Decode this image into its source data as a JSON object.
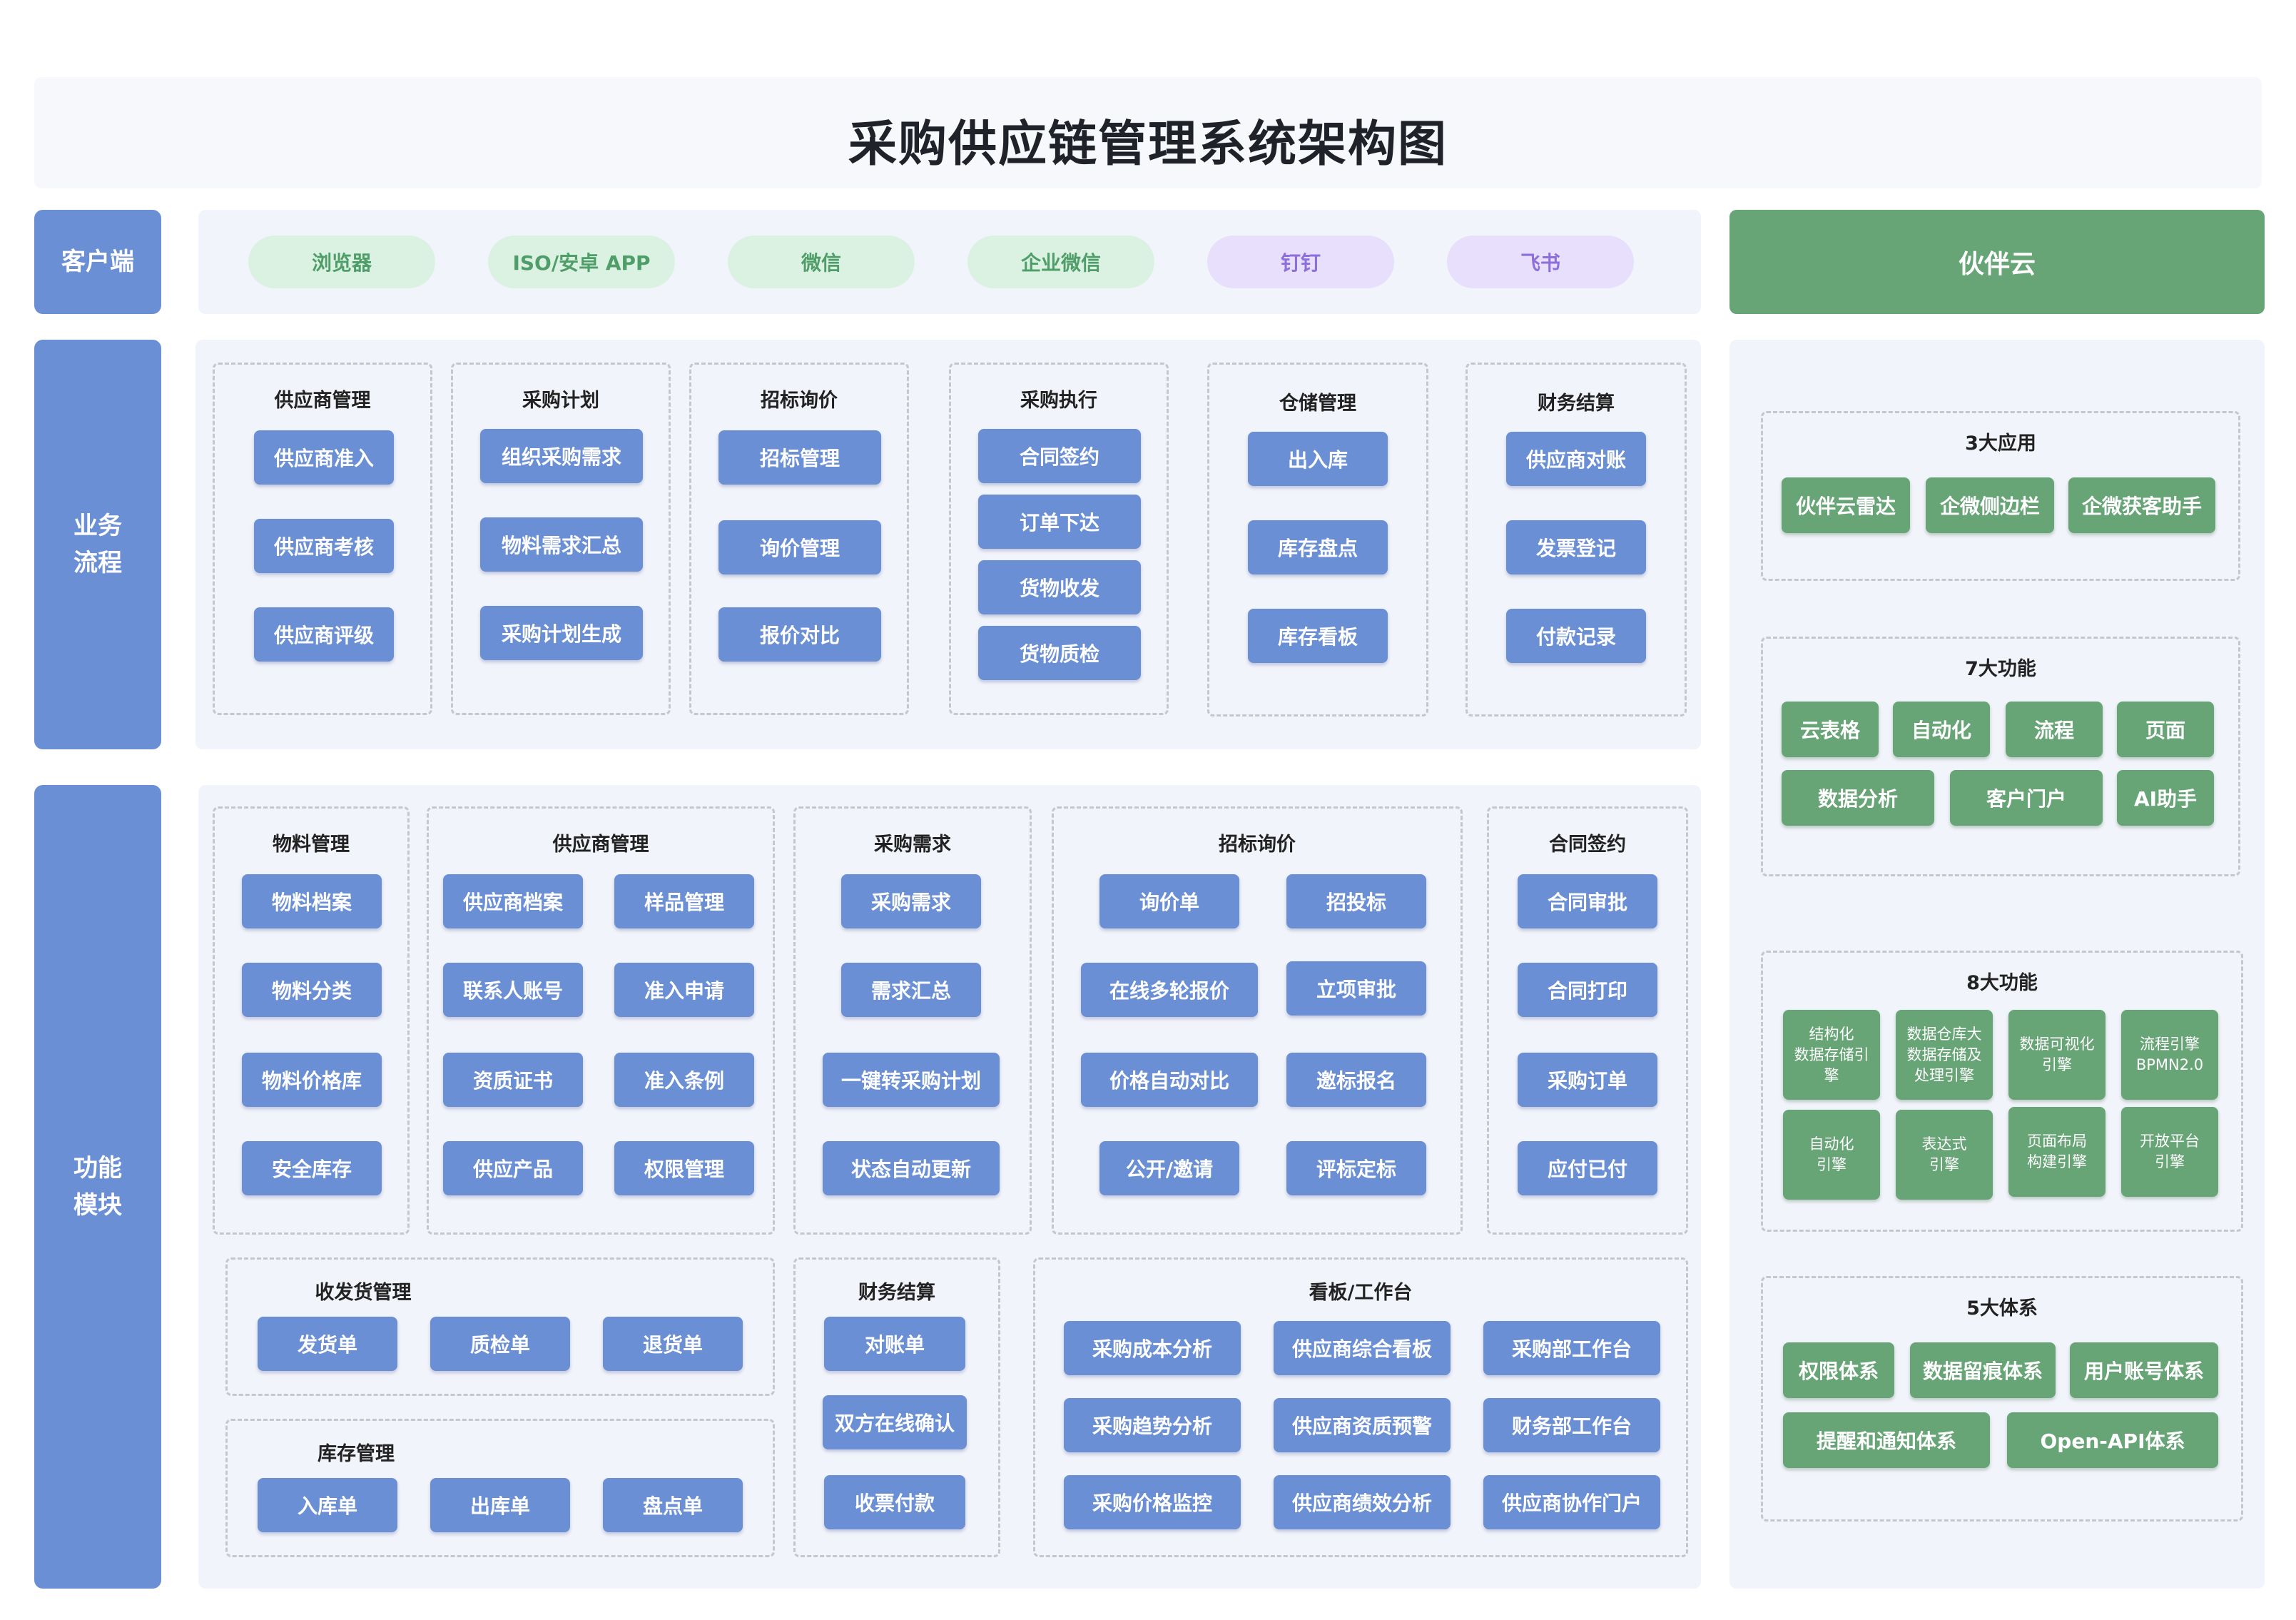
{
  "title": "采购供应链管理系统架构图",
  "rows": {
    "client": "客户端",
    "business_flow": "业务\n流程",
    "function_modules": "功能\n模块"
  },
  "clients": [
    "浏览器",
    "ISO/安卓 APP",
    "微信",
    "企业微信",
    "钉钉",
    "飞书"
  ],
  "partner_cloud": {
    "title": "伙伴云",
    "apps": {
      "title": "3大应用",
      "items": [
        "伙伴云雷达",
        "企微侧边栏",
        "企微获客助手"
      ]
    },
    "features7": {
      "title": "7大功能",
      "items": [
        "云表格",
        "自动化",
        "流程",
        "页面",
        "数据分析",
        "客户门户",
        "AI助手"
      ]
    },
    "features8": {
      "title": "8大功能",
      "items": [
        "结构化\n数据存储引\n擎",
        "数据仓库大\n数据存储及\n处理引擎",
        "数据可视化\n引擎",
        "流程引擎\nBPMN2.0",
        "自动化\n引擎",
        "表达式\n引擎",
        "页面布局\n构建引擎",
        "开放平台\n引擎"
      ]
    },
    "systems5": {
      "title": "5大体系",
      "items": [
        "权限体系",
        "数据留痕体系",
        "用户账号体系",
        "提醒和通知体系",
        "Open-API体系"
      ]
    }
  },
  "business": [
    {
      "title": "供应商管理",
      "items": [
        "供应商准入",
        "供应商考核",
        "供应商评级"
      ]
    },
    {
      "title": "采购计划",
      "items": [
        "组织采购需求",
        "物料需求汇总",
        "采购计划生成"
      ]
    },
    {
      "title": "招标询价",
      "items": [
        "招标管理",
        "询价管理",
        "报价对比"
      ]
    },
    {
      "title": "采购执行",
      "items": [
        "合同签约",
        "订单下达",
        "货物收发",
        "货物质检"
      ]
    },
    {
      "title": "仓储管理",
      "items": [
        "出入库",
        "库存盘点",
        "库存看板"
      ]
    },
    {
      "title": "财务结算",
      "items": [
        "供应商对账",
        "发票登记",
        "付款记录"
      ]
    }
  ],
  "functions": {
    "material": {
      "title": "物料管理",
      "items": [
        "物料档案",
        "物料分类",
        "物料价格库",
        "安全库存"
      ]
    },
    "supplier": {
      "title": "供应商管理",
      "items": [
        "供应商档案",
        "样品管理",
        "联系人账号",
        "准入申请",
        "资质证书",
        "准入条例",
        "供应产品",
        "权限管理"
      ]
    },
    "demand": {
      "title": "采购需求",
      "items": [
        "采购需求",
        "需求汇总",
        "一键转采购计划",
        "状态自动更新"
      ]
    },
    "bidding": {
      "title": "招标询价",
      "items": [
        "询价单",
        "招投标",
        "在线多轮报价",
        "立项审批",
        "价格自动对比",
        "邀标报名",
        "公开/邀请",
        "评标定标"
      ]
    },
    "contract": {
      "title": "合同签约",
      "items": [
        "合同审批",
        "合同打印",
        "采购订单",
        "应付已付"
      ]
    },
    "shipping": {
      "title": "收发货管理",
      "items": [
        "发货单",
        "质检单",
        "退货单"
      ]
    },
    "inventory": {
      "title": "库存管理",
      "items": [
        "入库单",
        "出库单",
        "盘点单"
      ]
    },
    "finance": {
      "title": "财务结算",
      "items": [
        "对账单",
        "双方在线确认",
        "收票付款"
      ]
    },
    "dashboard": {
      "title": "看板/工作台",
      "items": [
        "采购成本分析",
        "供应商综合看板",
        "采购部工作台",
        "采购趋势分析",
        "供应商资质预警",
        "财务部工作台",
        "采购价格监控",
        "供应商绩效分析",
        "供应商协作门户"
      ]
    }
  },
  "colors": {
    "blue": "#6a8fd4",
    "green": "#67a476",
    "panel": "#f2f4fb",
    "pill_green": "#dbf2e3",
    "pill_purple": "#e7dffb"
  }
}
